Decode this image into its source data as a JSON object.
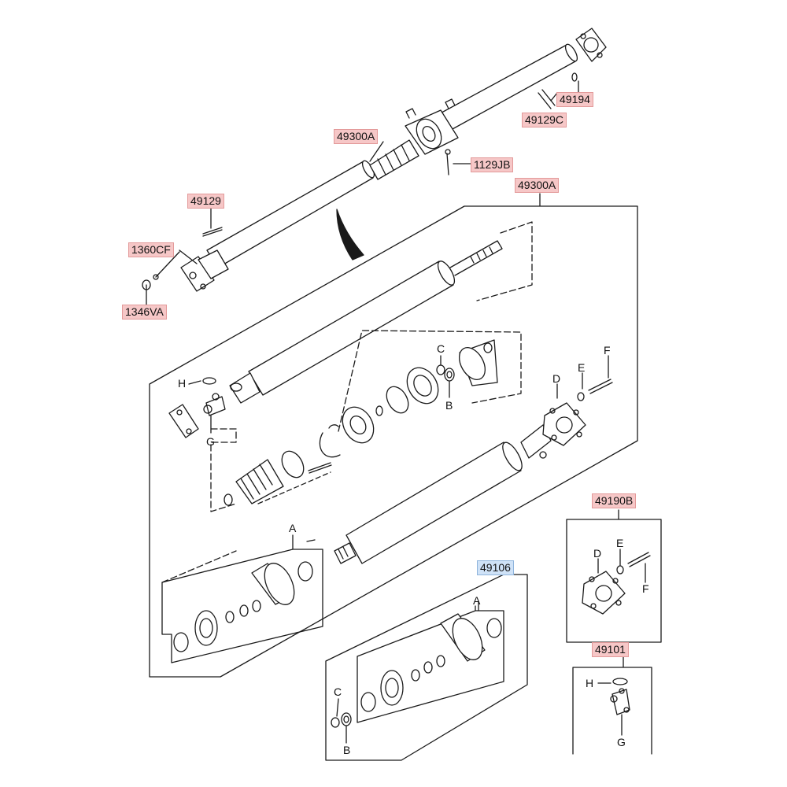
{
  "part_callouts": {
    "p49194": "49194",
    "p49129C": "49129C",
    "p49300A_top": "49300A",
    "p1129JB": "1129JB",
    "p49300A_detail": "49300A",
    "p49129": "49129",
    "p1360CF": "1360CF",
    "p1346VA": "1346VA",
    "p49190B": "49190B",
    "p49106": "49106",
    "p49101": "49101"
  },
  "letters": {
    "H": "H",
    "G": "G",
    "C": "C",
    "B": "B",
    "D": "D",
    "E": "E",
    "F": "F",
    "A": "A"
  },
  "colors": {
    "ink": "#1a1a1a",
    "callout_fill": "#f6c7c7",
    "callout_highlight_fill": "#cfe2f7"
  }
}
